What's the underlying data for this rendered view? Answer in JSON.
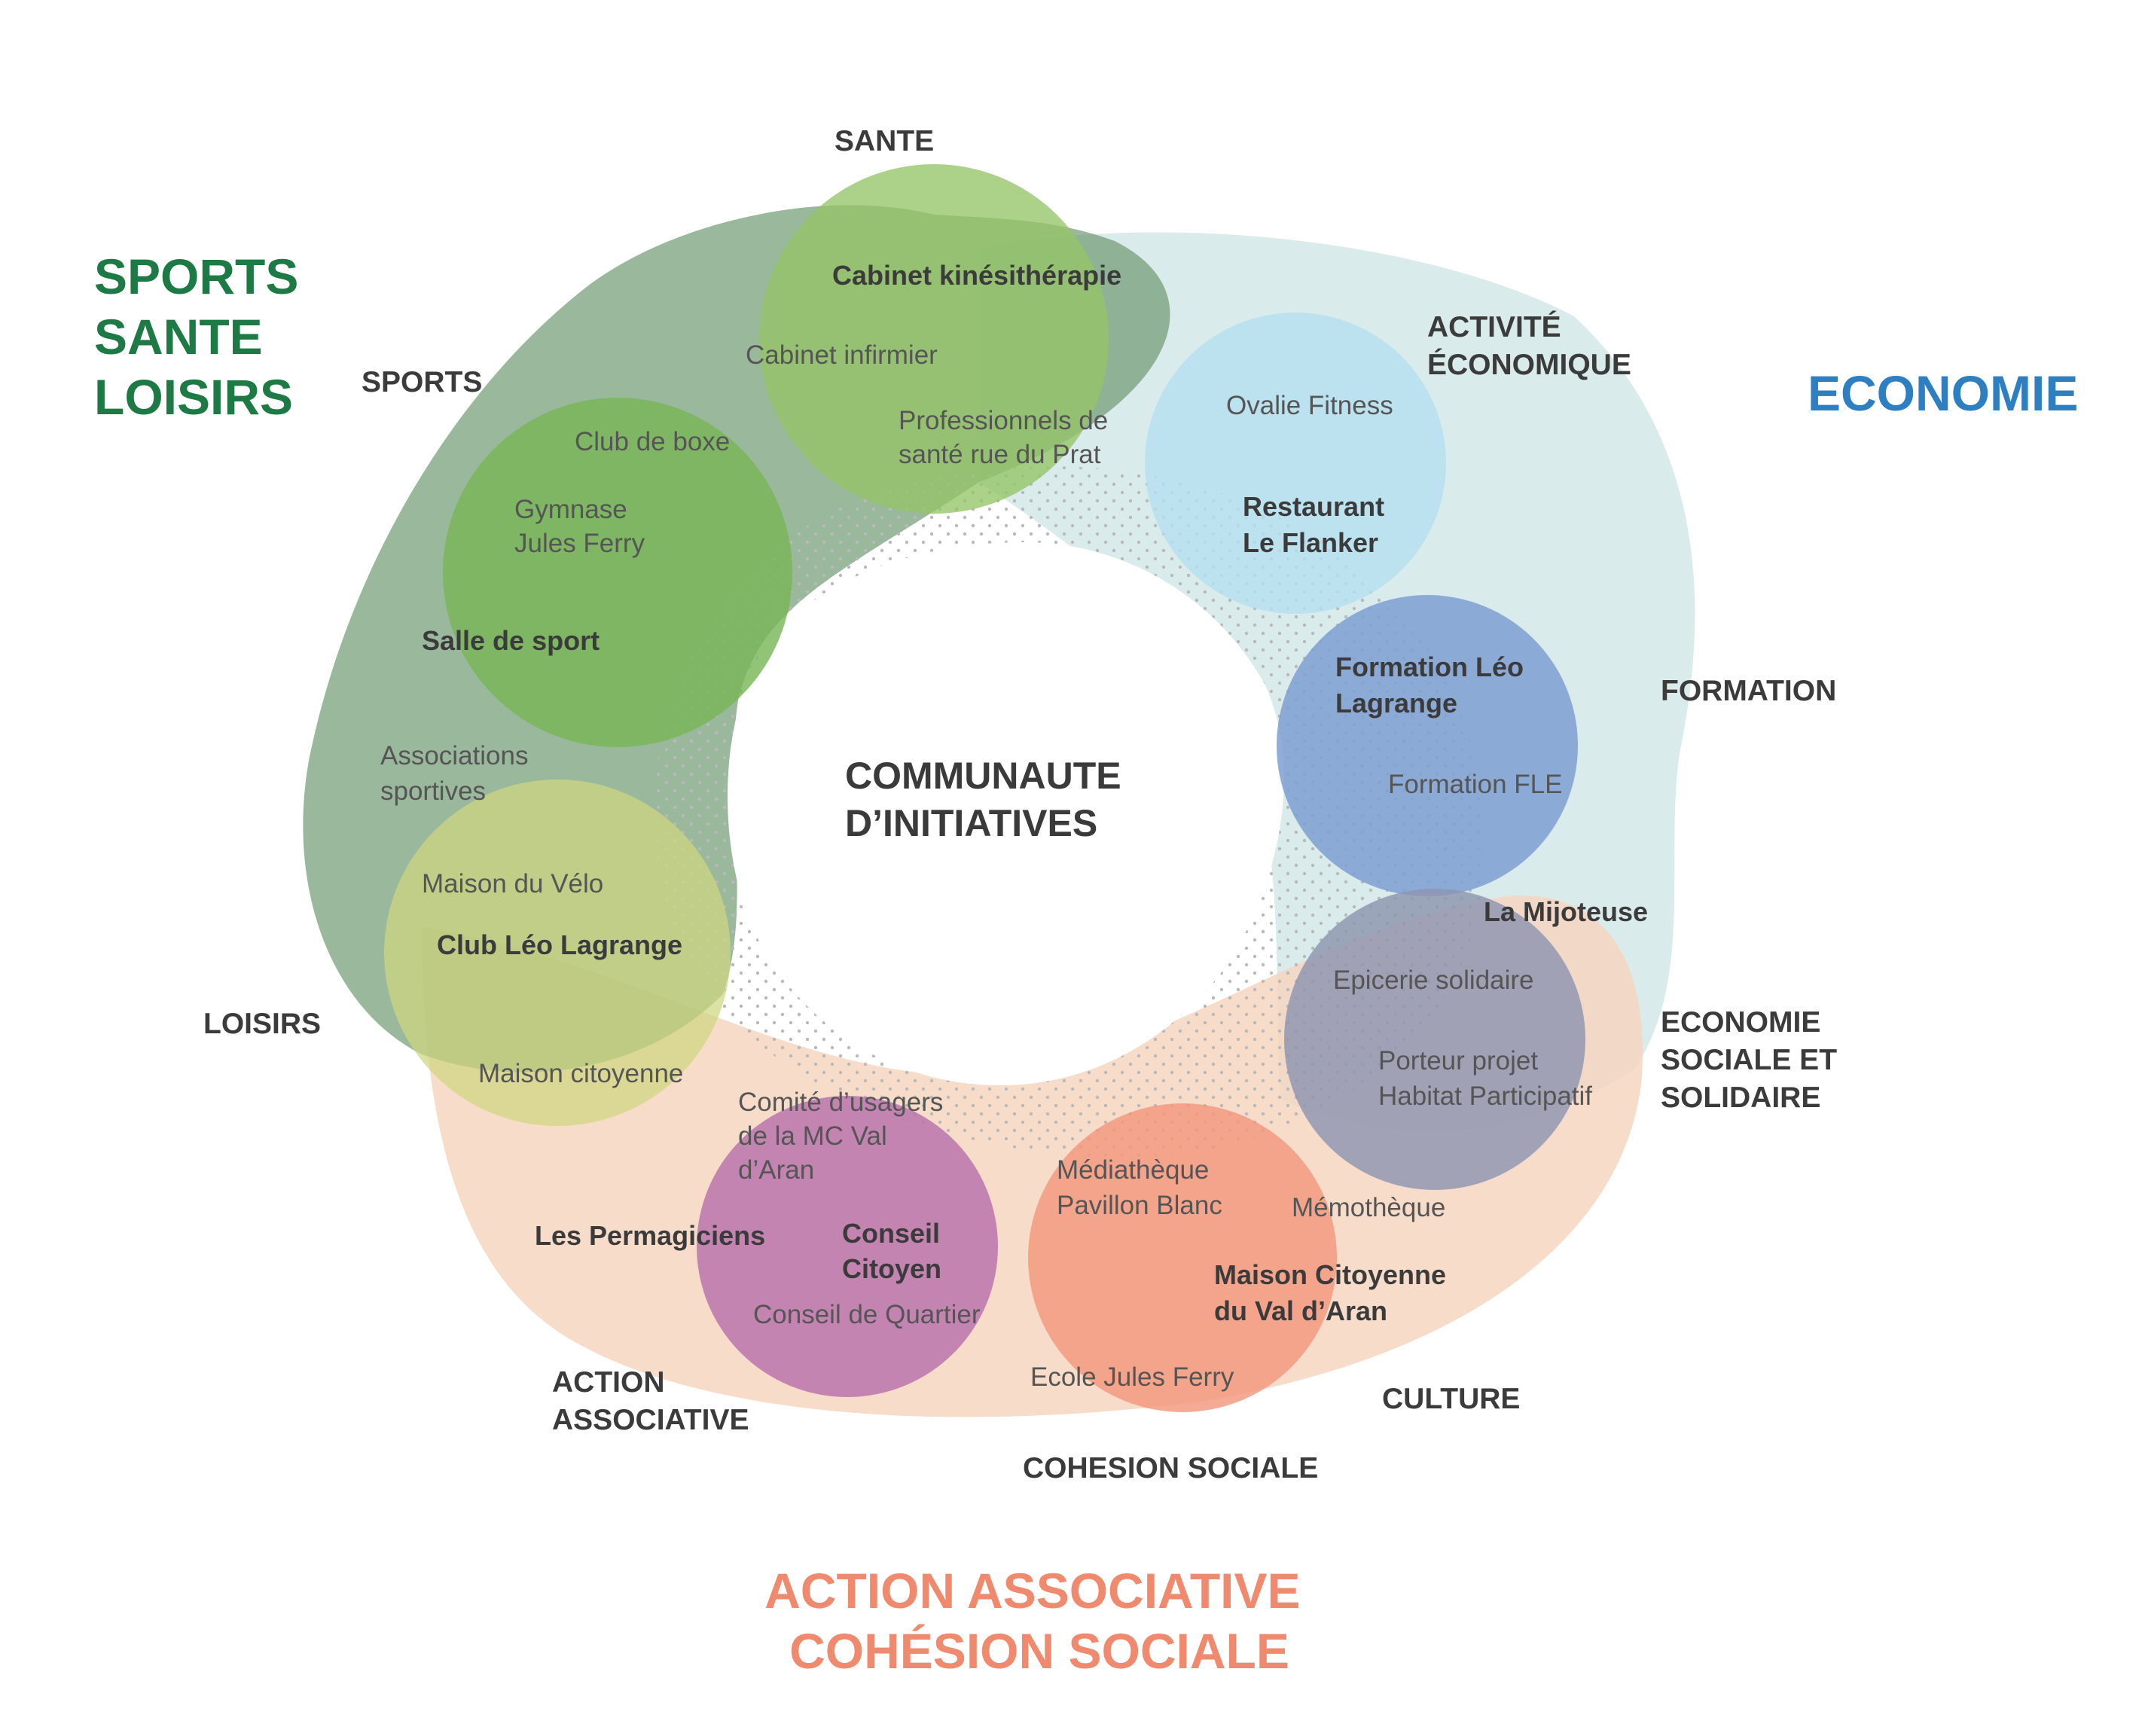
{
  "colors": {
    "sports_title": "#1e7a45",
    "economie_title": "#2e7fc1",
    "action_title": "#f08a6e",
    "sports_zone": "#6f9a72",
    "economie_zone": "#cfe6e5",
    "action_zone": "#f6d6c1",
    "sante_circle": "#95c466",
    "sports_circle": "#77b555",
    "loisirs_circle": "#cfd77f",
    "activite_circle": "#b4e0f0",
    "formation_circle": "#7ca0d2",
    "ess_circle": "#8d95b0",
    "action_circle": "#b870ac",
    "culture_circle": "#f1977c",
    "labels": "#3b3b3b",
    "items": "#555555"
  },
  "titles": {
    "sports": [
      "SPORTS",
      "SANTE",
      "LOISIRS"
    ],
    "economie": "ECONOMIE",
    "action": [
      "ACTION ASSOCIATIVE",
      "COHÉSION SOCIALE"
    ]
  },
  "center": [
    "COMMUNAUTE",
    "D’INITIATIVES"
  ],
  "categories": {
    "sante": "SANTE",
    "sports": "SPORTS",
    "loisirs": "LOISIRS",
    "activite": [
      "ACTIVITÉ",
      "ÉCONOMIQUE"
    ],
    "formation": "FORMATION",
    "ess": [
      "ECONOMIE",
      "SOCIALE ET",
      "SOLIDAIRE"
    ],
    "culture": "CULTURE",
    "cohesion": "COHESION SOCIALE",
    "action": [
      "ACTION",
      "ASSOCIATIVE"
    ]
  },
  "items": {
    "cabinet_kine": "Cabinet kinésithérapie",
    "cabinet_infirmier": "Cabinet infirmier",
    "professionnels": [
      "Professionnels de",
      "santé rue du Prat"
    ],
    "club_boxe": "Club de boxe",
    "gymnase": [
      "Gymnase",
      "Jules Ferry"
    ],
    "salle_sport": "Salle de sport",
    "associations_sportives": [
      "Associations",
      "sportives"
    ],
    "maison_velo": "Maison du Vélo",
    "club_leo": "Club Léo Lagrange",
    "maison_citoyenne": "Maison citoyenne",
    "ovalie": "Ovalie Fitness",
    "restaurant": [
      "Restaurant",
      "Le Flanker"
    ],
    "formation_leo": [
      "Formation Léo",
      "Lagrange"
    ],
    "formation_fle": "Formation FLE",
    "mijoteuse": "La Mijoteuse",
    "epicerie": "Epicerie solidaire",
    "porteur": [
      "Porteur projet",
      "Habitat Participatif"
    ],
    "comite": [
      "Comité d’usagers",
      "de la MC Val",
      "d’Aran"
    ],
    "permagiciens": "Les Permagiciens",
    "conseil_citoyen": [
      "Conseil",
      "Citoyen"
    ],
    "conseil_quartier": "Conseil de Quartier",
    "mediatheque": [
      "Médiathèque",
      "Pavillon Blanc"
    ],
    "memotheque": "Mémothèque",
    "maison_citoyenne_va": [
      "Maison Citoyenne",
      "du Val d’Aran"
    ],
    "ecole": "Ecole Jules Ferry"
  }
}
